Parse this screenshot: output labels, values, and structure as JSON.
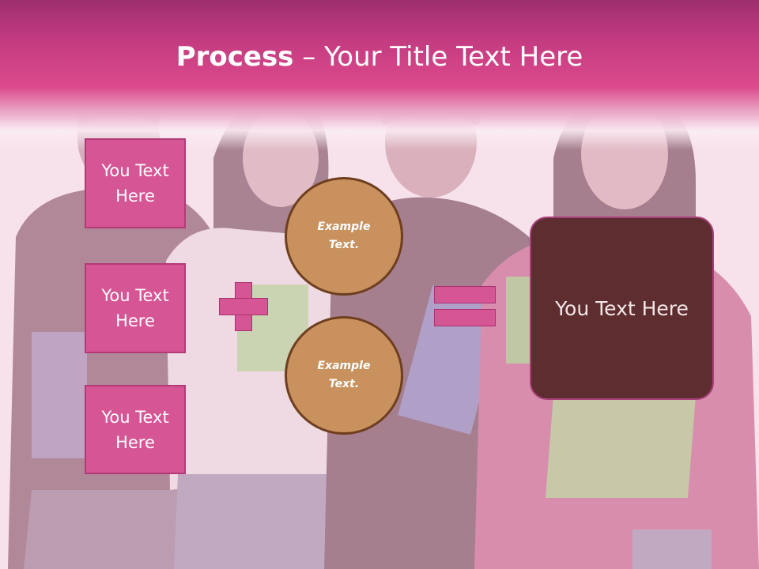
{
  "title": {
    "bold": "Process",
    "rest": " – Your Title Text Here"
  },
  "diagram": {
    "text_boxes": [
      {
        "label": "You Text Here"
      },
      {
        "label": "You Text Here"
      },
      {
        "label": "You Text Here"
      }
    ],
    "circles": [
      {
        "label": "Example Text."
      },
      {
        "label": "Example Text."
      }
    ],
    "plus_symbol": "+",
    "equals_symbol": "=",
    "result": {
      "label": "You Text Here"
    }
  },
  "colors": {
    "header_band": "#d94488",
    "text_box_fill": "#d55595",
    "circle_fill": "#c8915e",
    "circle_border": "#6e3e1f",
    "result_fill": "#5e2d2f"
  },
  "background": {
    "image": "group of four smiling students holding notebooks, pink tint"
  }
}
